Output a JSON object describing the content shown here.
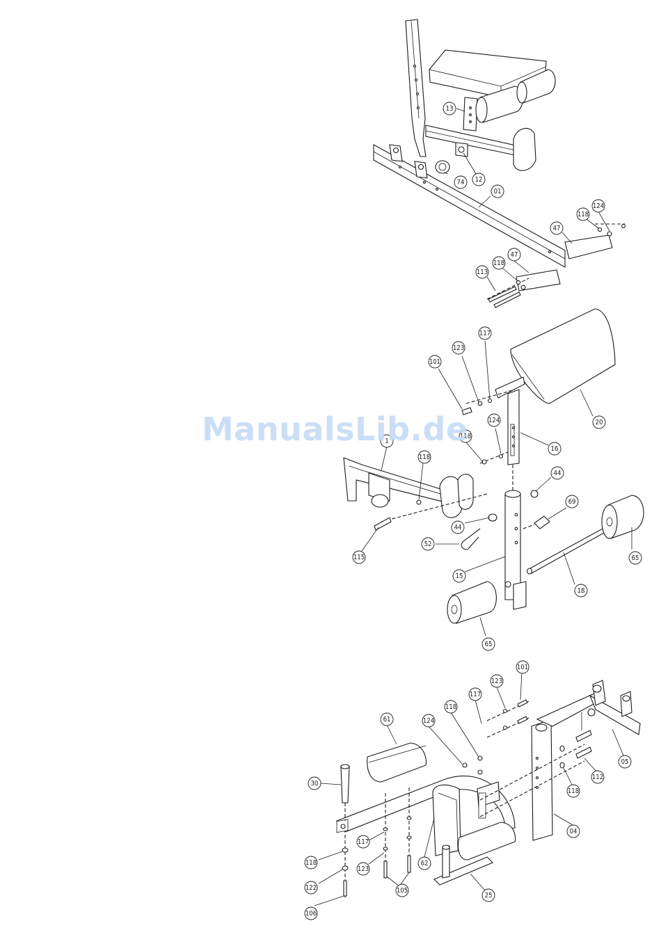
{
  "watermark": "ManualsLib.de",
  "callouts": {
    "a": [
      "13",
      "74",
      "12",
      "01",
      "47",
      "118",
      "124",
      "47",
      "118",
      "113"
    ],
    "b": [
      "101",
      "123",
      "117",
      "20",
      "118",
      "124",
      "16",
      "1",
      "118",
      "44",
      "69",
      "44",
      "115",
      "52",
      "15",
      "18",
      "65",
      "65"
    ],
    "c": [
      "101",
      "123",
      "117",
      "118",
      "124",
      "61",
      "30",
      "05",
      "112",
      "118",
      "04",
      "117",
      "62",
      "25",
      "118",
      "123",
      "122",
      "105",
      "106"
    ]
  }
}
